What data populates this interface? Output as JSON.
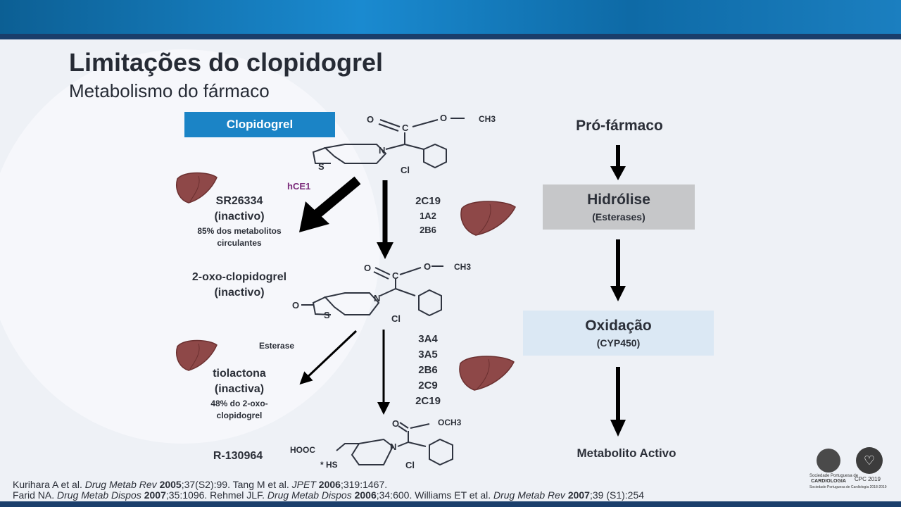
{
  "slide": {
    "title": "Limitações do clopidogrel",
    "subtitle": "Metabolismo do fármaco"
  },
  "left": {
    "clopidogrel_box": "Clopidogrel",
    "enzyme_hce1": "hCE1",
    "sr_name": "SR26334",
    "sr_state": "(inactivo)",
    "sr_note_1": "85% dos metabolitos",
    "sr_note_2": "circulantes",
    "oxo_name": "2-oxo-clopidogrel",
    "oxo_state": "(inactivo)",
    "esterase": "Esterase",
    "tio_name": "tiolactona",
    "tio_state": "(inactiva)",
    "tio_note_1": "48% do 2-oxo-",
    "tio_note_2": "clopidogrel",
    "r_name": "R-130964"
  },
  "enzymes_step1": [
    "2C19",
    "1A2",
    "2B6"
  ],
  "enzymes_step2": [
    "3A4",
    "3A5",
    "2B6",
    "2C9",
    "2C19"
  ],
  "chem": {
    "o": "O",
    "c": "C",
    "ch3": "CH3",
    "och3": "OCH3",
    "n": "N",
    "s": "S",
    "cl": "Cl",
    "hooc": "HOOC",
    "hs": "* HS"
  },
  "right": {
    "pro_farmaco": "Pró-fármaco",
    "hidrolise": "Hidrólise",
    "esterases": "(Esterases)",
    "oxidacao": "Oxidação",
    "cyp": "(CYP450)",
    "metabolito": "Metabolito Activo"
  },
  "references": {
    "line1": [
      {
        "t": "Kurihara A et al. ",
        "s": "n"
      },
      {
        "t": "Drug Metab Rev",
        "s": "i"
      },
      {
        "t": " ",
        "s": "n"
      },
      {
        "t": "2005",
        "s": "b"
      },
      {
        "t": ";37(S2):99. Tang M et al. ",
        "s": "n"
      },
      {
        "t": "JPET",
        "s": "i"
      },
      {
        "t": " ",
        "s": "n"
      },
      {
        "t": "2006",
        "s": "b"
      },
      {
        "t": ";319:1467.",
        "s": "n"
      }
    ],
    "line2": [
      {
        "t": "Farid NA. ",
        "s": "n"
      },
      {
        "t": "Drug Metab Dispos",
        "s": "i"
      },
      {
        "t": " ",
        "s": "n"
      },
      {
        "t": "2007",
        "s": "b"
      },
      {
        "t": ";35:1096. Rehmel JLF. ",
        "s": "n"
      },
      {
        "t": "Drug Metab Dispos",
        "s": "i"
      },
      {
        "t": " ",
        "s": "n"
      },
      {
        "t": "2006",
        "s": "b"
      },
      {
        "t": ";34:600. Williams ET et al. ",
        "s": "n"
      },
      {
        "t": "Drug Metab Rev",
        "s": "i"
      },
      {
        "t": " ",
        "s": "n"
      },
      {
        "t": "2007",
        "s": "b"
      },
      {
        "t": ";39 (S1):254",
        "s": "n"
      }
    ]
  },
  "logos": {
    "spc_name": "CARDIOLOGIA",
    "spc_org": "Sociedade Portuguesa de",
    "spc_footer": "Sociedade Portuguesa de Cardiologia 2018-2019",
    "cpc": "CPC 2019"
  },
  "colors": {
    "accent_blue": "#1b84c6",
    "hydrolysis_gray": "#c6c7c9",
    "oxidation_light_blue": "#dbe8f4",
    "liver": "#8e4848",
    "enzyme_purple": "#7a2a7a"
  }
}
